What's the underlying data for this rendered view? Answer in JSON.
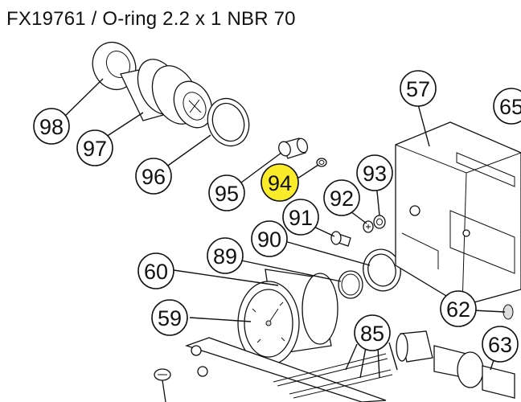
{
  "title": "FX19761 / O-ring 2.2 x 1 NBR 70",
  "highlight_color": "#fbec2b",
  "callouts": [
    {
      "id": "98",
      "label": "98",
      "highlighted": false
    },
    {
      "id": "97",
      "label": "97",
      "highlighted": false
    },
    {
      "id": "96",
      "label": "96",
      "highlighted": false
    },
    {
      "id": "95",
      "label": "95",
      "highlighted": false
    },
    {
      "id": "94",
      "label": "94",
      "highlighted": true
    },
    {
      "id": "93",
      "label": "93",
      "highlighted": false
    },
    {
      "id": "92",
      "label": "92",
      "highlighted": false
    },
    {
      "id": "91",
      "label": "91",
      "highlighted": false
    },
    {
      "id": "90",
      "label": "90",
      "highlighted": false
    },
    {
      "id": "89",
      "label": "89",
      "highlighted": false
    },
    {
      "id": "60",
      "label": "60",
      "highlighted": false
    },
    {
      "id": "59",
      "label": "59",
      "highlighted": false
    },
    {
      "id": "57",
      "label": "57",
      "highlighted": false
    },
    {
      "id": "65",
      "label": "65",
      "highlighted": false
    },
    {
      "id": "62",
      "label": "62",
      "highlighted": false
    },
    {
      "id": "63",
      "label": "63",
      "highlighted": false
    },
    {
      "id": "85",
      "label": "85",
      "highlighted": false
    }
  ]
}
